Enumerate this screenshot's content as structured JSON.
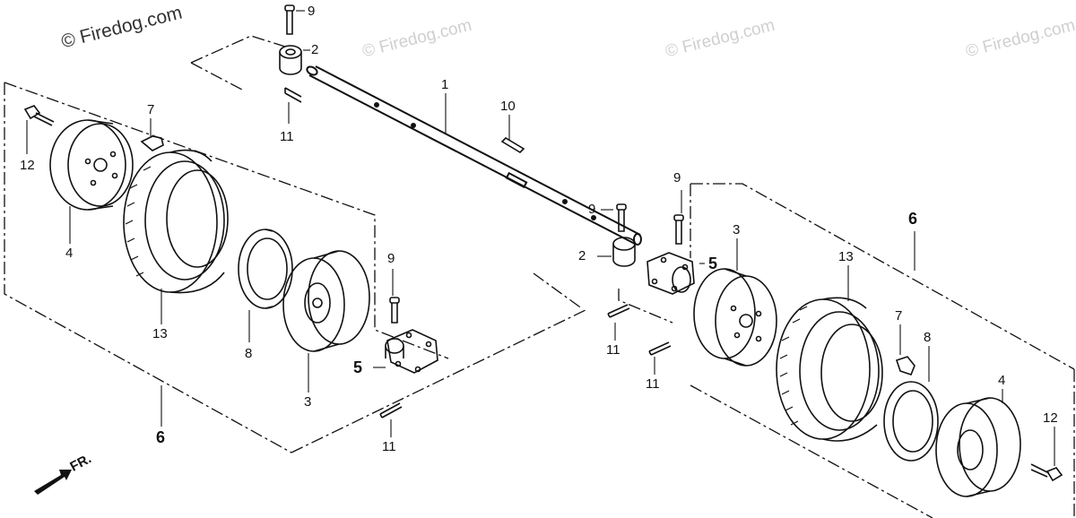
{
  "watermarks": {
    "main": "© Firedog.com",
    "faded": [
      "© Firedog.com",
      "© Firedog.com",
      "© Firedog.com"
    ]
  },
  "parts": {
    "axle": "1",
    "collar": "2",
    "wheel_hub": "3",
    "wheel": "4",
    "hub": "5",
    "wheel_assy": "6",
    "valve": "7",
    "seal": "8",
    "bolt": "9",
    "pin": "10",
    "cotter_pin": "11",
    "flange_bolt": "12",
    "tire": "13"
  },
  "direction": {
    "label": "FR."
  },
  "colors": {
    "line": "#111111",
    "watermark": "#cfcfcf",
    "stipple": "#555555"
  }
}
